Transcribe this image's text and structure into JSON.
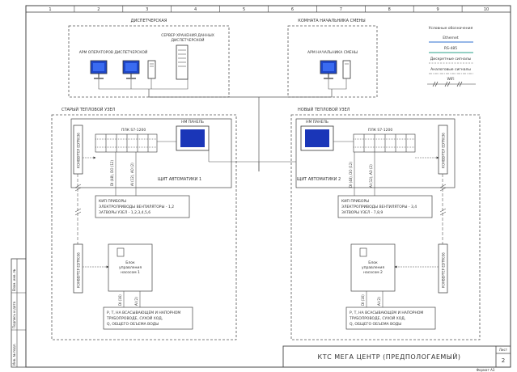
{
  "grid_columns": [
    "1",
    "2",
    "3",
    "4",
    "5",
    "6",
    "7",
    "8",
    "9",
    "10"
  ],
  "sidebar_labels": [
    "Инв. № подл.",
    "Подпись и дата",
    "Взам. инв. №"
  ],
  "rooms": {
    "dispatch": "ДИСПЕТЧЕРСКАЯ",
    "chief": "КОМНАТА НАЧАЛЬНИКА СМЕНЫ"
  },
  "nodes": {
    "operator_ws": "АРМ ОПЕРАТОРОВ ДИСПЕТЧЕРСКОЙ",
    "server": [
      "СЕРВЕР ХРАНЕНИЯ ДАННЫХ",
      "ДИСПЕТЧЕРСКОЙ"
    ],
    "chief_ws": "АРМ НАЧАЛЬНИКА СМЕНЫ"
  },
  "legend": {
    "title": "Условные обозначения",
    "items": [
      "Ethernet",
      "RS-485",
      "Дискретные сигналы",
      "Аналоговые сигналы",
      "WiFi"
    ],
    "colors": {
      "ethernet": "#2e6fd0",
      "rs485": "#2aa08a"
    }
  },
  "old_node": {
    "title": "СТАРЫЙ ТЕПЛОВОЙ УЗЕЛ",
    "hmi": "НМ ПАНЕЛЬ",
    "plc": "ПЛК S7-1200",
    "converter_top": "КОНВЕРТЕР EDTR036",
    "converter_bottom": "КОНВЕРТЕР EDTR036",
    "cabinet": "ЩИТ АВТОМАТИКИ 1",
    "io_a": "DI (48), DO (12)",
    "io_b": "AI (12), AO (2)",
    "io_c": "DI (16)",
    "io_d": "AI (2)",
    "devices": [
      "КИП ПРИБОРЫ",
      "ЭЛЕКТРОПРИВОДЫ ВЕНТИЛЯТОРЫ - 1,2",
      "ЗАТВОРЫ УЗЕЛ - 1,2,3,4,5,6"
    ],
    "pump": [
      "Блок",
      "управления",
      "насосом 1"
    ],
    "sensor": [
      "Р, Т, НА ВСАСЫВАЮЩЕМ И НАПОРНОМ",
      "ТРУБОПРОВОДЕ, СУХОЙ ХОД,",
      "Q, ОБЩЕГО ОБЪЕМА ВОДЫ"
    ]
  },
  "new_node": {
    "title": "НОВЫЙ ТЕПЛОВОЙ УЗЕЛ",
    "hmi": "НМ ПАНЕЛЬ",
    "plc": "ПЛК S7-1200",
    "converter_top": "КОНВЕРТЕР EDTR036",
    "converter_bottom": "КОНВЕРТЕР EDTR036",
    "cabinet": "ЩИТ АВТОМАТИКИ 2",
    "io_a": "DI (48), DO (12)",
    "io_b": "AI (12), AO (2)",
    "io_c": "DI (16)",
    "io_d": "AI (2)",
    "devices": [
      "КИП ПРИБОРЫ",
      "ЭЛЕКТРОПРИВОДЫ ВЕНТИЛЯТОРЫ - 3,4",
      "ЗАТВОРЫ УЗЕЛ - 7,8,9"
    ],
    "pump": [
      "Блок",
      "управления",
      "насосом 2"
    ],
    "sensor": [
      "Р, Т, НА ВСАСЫВАЮЩЕМ И НАПОРНОМ",
      "ТРУБОПРОВОДЕ, СУХОЙ ХОД,",
      "Q, ОБЩЕГО ОБЪЕМА ВОДЫ"
    ]
  },
  "title_block": {
    "title": "КТС МЕГА ЦЕНТР (ПРЕДПОЛОГАЕМЫЙ)",
    "sheet_label": "Лист",
    "sheet": "2",
    "format": "Формат А3"
  }
}
